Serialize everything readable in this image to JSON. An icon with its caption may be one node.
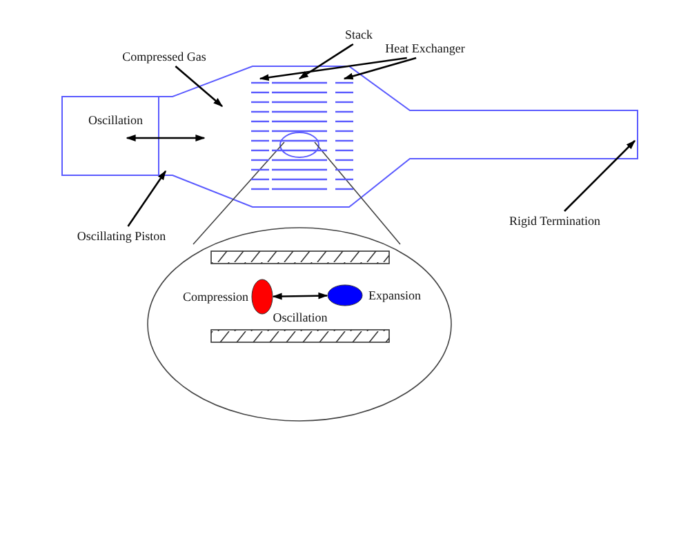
{
  "diagram": {
    "nodes": [
      {
        "text": [
          "Compressed Gas"
        ]
      },
      {
        "text": [
          "Stack"
        ]
      },
      {
        "text": [
          "Heat Exchanger"
        ]
      },
      {
        "text": [
          "Oscillating Piston"
        ]
      },
      {
        "text": [
          "Rigid Termination"
        ]
      },
      {
        "text": [],
        "shape": "ellipse",
        "beside": [
          "Compression"
        ]
      },
      {
        "text": [],
        "shape": "ellipse",
        "beside": [
          "Expansion"
        ]
      },
      {
        "text": [],
        "shape": "lines"
      },
      {
        "text": [],
        "shape": "lines"
      },
      {
        "text": [],
        "shape": "lines"
      }
    ],
    "edges": [
      {
        "from": 0,
        "to": null,
        "arrow": "to"
      },
      {
        "from": 1,
        "to": 8,
        "arrow": "to"
      },
      {
        "from": 2,
        "to": 7,
        "arrow": "to"
      },
      {
        "from": 2,
        "to": 9,
        "arrow": "to"
      },
      {
        "from": 3,
        "to": null,
        "arrow": "to"
      },
      {
        "from": 4,
        "to": null,
        "arrow": "to"
      },
      {
        "from": 5,
        "to": 6,
        "arrow": "both",
        "label": "Oscillation"
      }
    ],
    "labels": [
      "Oscillation"
    ]
  }
}
